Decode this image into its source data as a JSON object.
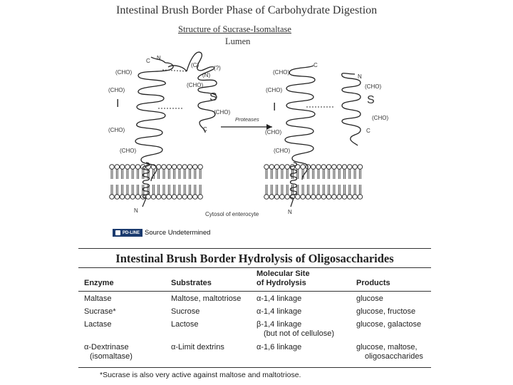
{
  "figure": {
    "title": "Intestinal Brush Border Phase of Carbohydrate Digestion",
    "subtitle": "Structure of Sucrase-Isomaltase",
    "lumen_label": "Lumen",
    "labels": {
      "cho": "(CHO)",
      "c": "C",
      "n": "N",
      "c_paren": "(C)",
      "n_paren": "(N)",
      "q_paren": "(?)",
      "i": "I",
      "s": "S",
      "proteases": "Proteases",
      "cytosol": "Cytosol of enterocyte"
    }
  },
  "source": {
    "logo_text": "PD-LINE",
    "text": "Source Undetermined"
  },
  "table": {
    "title": "Intestinal Brush Border Hydrolysis of Oligosaccharides",
    "headers": {
      "enzyme": "Enzyme",
      "substrates": "Substrates",
      "site_line1": "Molecular Site",
      "site_line2": "of Hydrolysis",
      "products": "Products"
    },
    "rows": [
      {
        "enzyme": "Maltase",
        "substrates": "Maltose, maltotriose",
        "site": "α-1,4 linkage",
        "products": "glucose"
      },
      {
        "enzyme": "Sucrase*",
        "substrates": "Sucrose",
        "site": "α-1,4 linkage",
        "products": "glucose, fructose"
      },
      {
        "enzyme": "Lactase",
        "substrates": "Lactose",
        "site": "β-1,4 linkage",
        "site2": "(but not of cellulose)",
        "products": "glucose, galactose"
      },
      {
        "enzyme": "α-Dextrinase",
        "enzyme2": "(isomaltase)",
        "substrates": "α-Limit dextrins",
        "site": "α-1,6 linkage",
        "products": "glucose, maltose,",
        "products2": "oligosaccharides"
      }
    ],
    "footnote": "*Sucrase is also very active against maltose and maltotriose."
  }
}
